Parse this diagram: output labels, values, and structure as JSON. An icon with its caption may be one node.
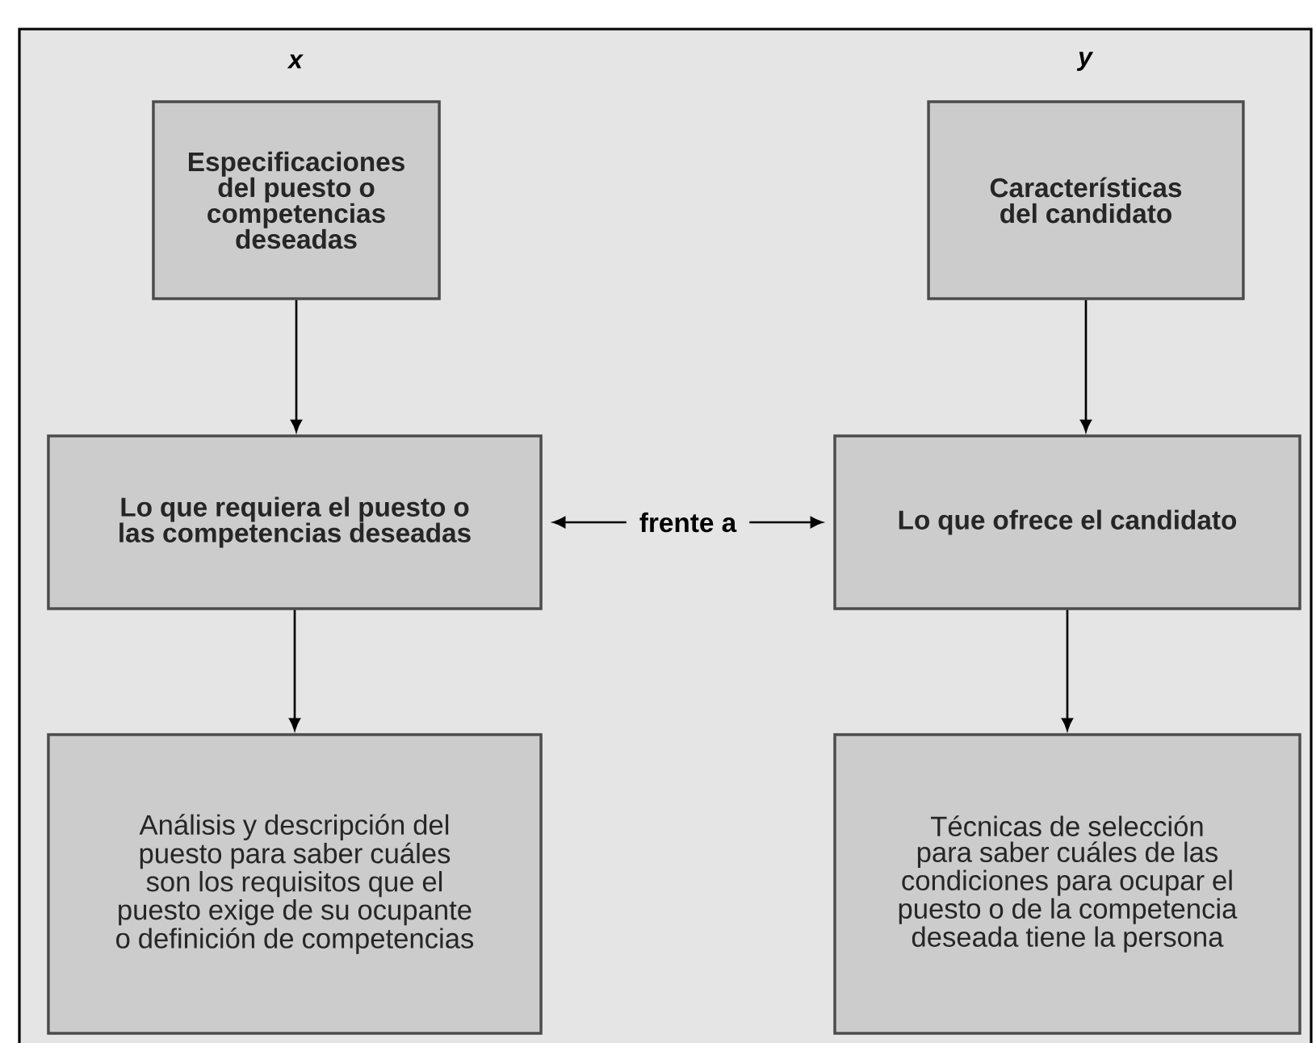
{
  "diagram": {
    "nodes": [
      {
        "text": [
          "Especificaciones del puesto o competencias deseadas"
        ]
      },
      {
        "text": [
          "Características del candidato"
        ]
      },
      {
        "text": [
          "Lo que requiera el puesto o las competencias deseadas"
        ]
      },
      {
        "text": [
          "Lo que ofrece el candidato"
        ]
      },
      {
        "text": [
          "Análisis y descripción del puesto para saber cuáles son los requisitos que el puesto exige de su ocupante o definición de competencias"
        ]
      },
      {
        "text": [
          "Técnicas de selección para saber cuáles de las condiciones para ocupar el puesto o de la competencia deseada tiene la persona"
        ]
      }
    ],
    "edges": [
      {
        "from": 0,
        "to": 2,
        "arrow": "to"
      },
      {
        "from": 1,
        "to": 3,
        "arrow": "to"
      },
      {
        "from": 2,
        "to": 3,
        "arrow": "both",
        "label": "frente a"
      },
      {
        "from": 2,
        "to": 4,
        "arrow": "to"
      },
      {
        "from": 3,
        "to": 5,
        "arrow": "to"
      }
    ],
    "labels": [
      "x",
      "y"
    ]
  }
}
